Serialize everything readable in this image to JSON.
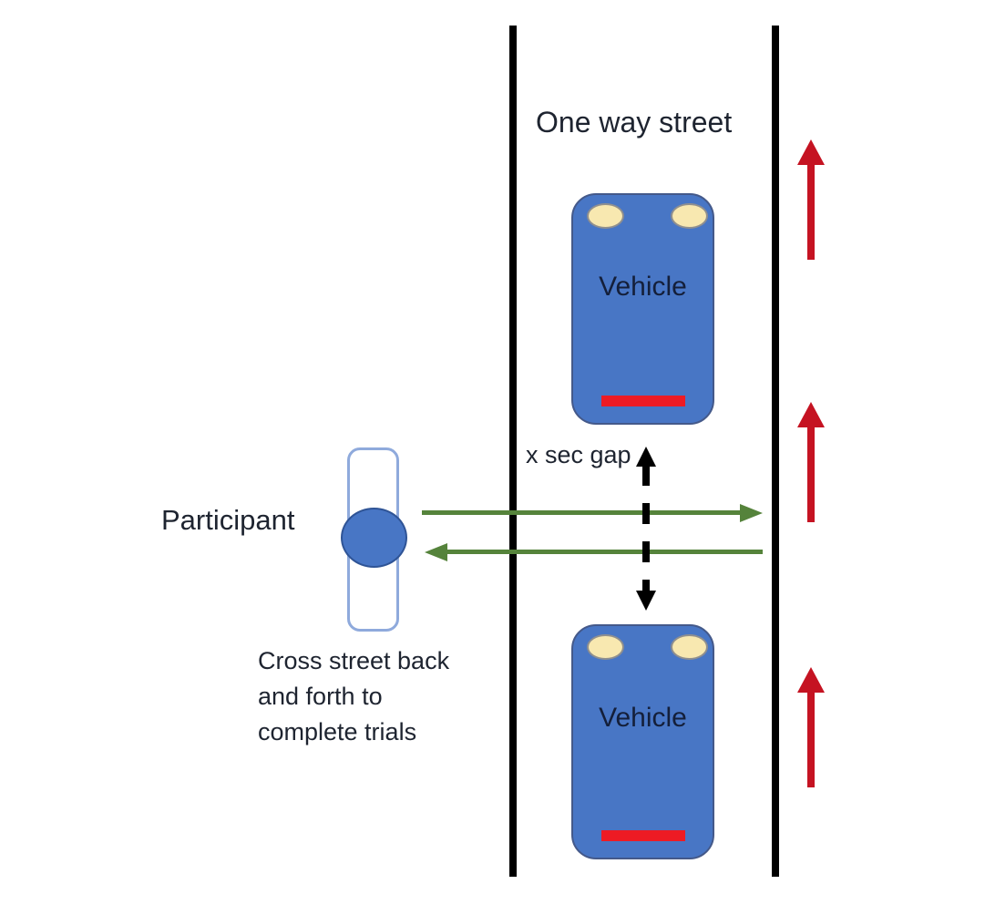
{
  "diagram": {
    "street_label": "One way street",
    "gap_label": "x sec gap",
    "participant_label": "Participant",
    "crossing_note": {
      "lines": [
        "Cross street back",
        "and forth to",
        "complete trials"
      ]
    },
    "vehicles": [
      {
        "label": "Vehicle"
      },
      {
        "label": "Vehicle"
      }
    ],
    "icons": {
      "traffic_direction": "red-up-arrow",
      "gap_indicator": "black-dashed-double-arrow",
      "crossing_path_out": "green-right-arrow",
      "crossing_path_back": "green-left-arrow",
      "headlights": "cream-ellipse",
      "taillight": "red-bar"
    },
    "colors": {
      "street_edge": "#000000",
      "vehicle_fill": "#4876c5",
      "vehicle_border": "#44598a",
      "headlight": "#f8e8b0",
      "taillight": "#ed1b24",
      "traffic_arrow": "#c51322",
      "crossing_arrow": "#55833b",
      "participant_fill": "#4876c5",
      "crosswalk_border": "#8faadc",
      "text": "#1e2430"
    }
  }
}
